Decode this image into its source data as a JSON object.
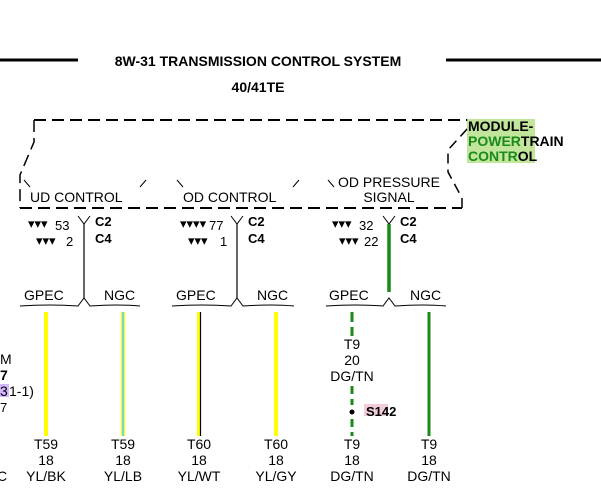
{
  "header": {
    "title": "8W-31 TRANSMISSION CONTROL SYSTEM",
    "subtitle": "40/41TE"
  },
  "module": {
    "line1": "MODULE-",
    "line2a": "POWER",
    "line2b": "TRAIN",
    "line3a": "CONTR",
    "line3b": "OL",
    "highlight_color": "#b5e08a"
  },
  "circuits": [
    {
      "name": "UD CONTROL",
      "pin_c2": "53",
      "pin_c4": "2",
      "conn_c2": "C2",
      "conn_c4": "C4",
      "gpec": "GPEC",
      "ngc": "NGC",
      "wire_color": "#000000",
      "left": {
        "id": "T59",
        "gauge": "18",
        "color": "YL/BK",
        "stripe": "#ffff00"
      },
      "right": {
        "id": "T59",
        "gauge": "18",
        "color": "YL/LB",
        "stripe": "#ffff00",
        "tracer": "#55ccff"
      }
    },
    {
      "name": "OD CONTROL",
      "pin_c2": "77",
      "pin_c4": "1",
      "conn_c2": "C2",
      "conn_c4": "C4",
      "gpec": "GPEC",
      "ngc": "NGC",
      "wire_color": "#000000",
      "left": {
        "id": "T60",
        "gauge": "18",
        "color": "YL/WT",
        "stripe": "#ffff00",
        "tracer": "#000000"
      },
      "right": {
        "id": "T60",
        "gauge": "18",
        "color": "YL/GY",
        "stripe": "#ffff00"
      }
    },
    {
      "name_line1": "OD PRESSURE",
      "name_line2": "SIGNAL",
      "pin_c2": "32",
      "pin_c4": "22",
      "conn_c2": "C2",
      "conn_c4": "C4",
      "gpec": "GPEC",
      "ngc": "NGC",
      "wire_color": "#1a8a1a",
      "mid": {
        "id": "T9",
        "gauge": "20",
        "color": "DG/TN"
      },
      "splice": "S142",
      "left": {
        "id": "T9",
        "gauge": "18",
        "color": "DG/TN",
        "stripe": "#1a8a1a"
      },
      "right": {
        "id": "T9",
        "gauge": "18",
        "color": "DG/TN",
        "stripe": "#1a8a1a"
      }
    }
  ],
  "edge_fragments": {
    "m": "M",
    "seven": "7",
    "three_prefix": "3",
    "ref_tail": "1-1)",
    "small_seven": "7",
    "c": "C"
  },
  "colors": {
    "yellow": "#ffff00",
    "light_blue": "#55ccff",
    "dark_green": "#1a8a1a"
  }
}
